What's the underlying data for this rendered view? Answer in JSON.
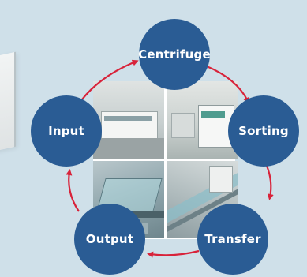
{
  "cycle": {
    "nodes": [
      {
        "id": "centrifuge",
        "label": "Centrifuge"
      },
      {
        "id": "sorting",
        "label": "Sorting"
      },
      {
        "id": "transfer",
        "label": "Transfer"
      },
      {
        "id": "output",
        "label": "Output"
      },
      {
        "id": "input",
        "label": "Input"
      }
    ],
    "flow_direction": "clockwise"
  },
  "colors": {
    "node_fill": "#2a5c94",
    "arrow": "#d8233a",
    "background": "#cfe0e9"
  }
}
